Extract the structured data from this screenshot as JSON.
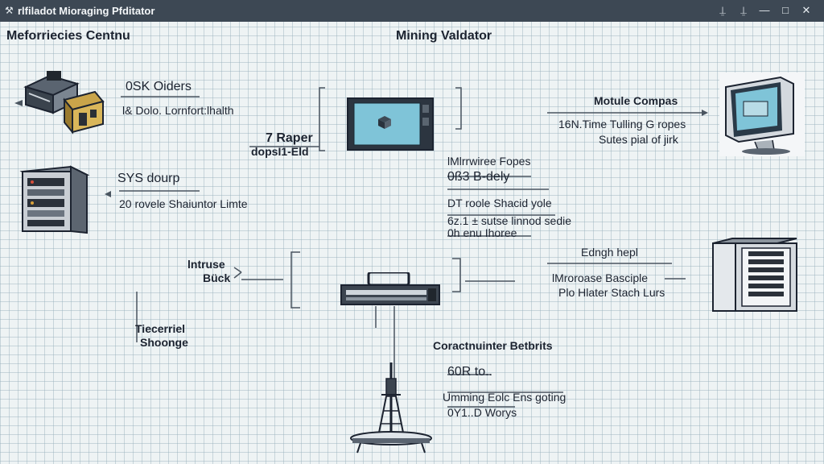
{
  "window": {
    "title": "rlfiladot Mioraging Pfditator",
    "controls": {
      "pin": "⍊",
      "pin2": "⍊",
      "minimize": "—",
      "maximize": "□",
      "close": "✕"
    }
  },
  "header": {
    "left_title": "Meforriecies Centnu",
    "center_title": "Mining Valdator"
  },
  "nodes": {
    "osk": {
      "title": "0SK Oiders",
      "subtitle": "l& Dolo. Lornfort:lhalth"
    },
    "sys": {
      "title": "SYS dourp",
      "subtitle": "20 rovele Shaiuntor Limte"
    },
    "center_left": {
      "line1": "7 Raper",
      "line2": "dopsI1-Eld"
    },
    "module": {
      "title": "Motule Compas",
      "line1": "16N.Time Tulling G ropes",
      "line2": "Sutes pial of jirk"
    },
    "microwave": {
      "line1": "lMlrrwiree Fopes",
      "line2": "0ß3 B-dely",
      "line3": "DT roole Shacid yole",
      "line4": "6z.1 ± sutse linnod sedie",
      "line5": "0h enu Ihoree"
    },
    "intruse": {
      "line1": "lntruse",
      "line2": "Bück"
    },
    "edngh": {
      "title": "Edngh hepl",
      "line1": "lMroroase Basciple",
      "line2": "Plo Hlater Stach Lurs"
    },
    "tiecerriel": {
      "line1": "Tiecerriel",
      "line2": "Shoonge"
    },
    "contractor": {
      "title": "Coractnuinter Betbrits",
      "line1": "60R to..",
      "line2": "Umming Eolc Ens goting",
      "line3": "0Y1..D Worys"
    }
  },
  "icons": [
    "app-icon",
    "router-device-icon",
    "server-tower-icon",
    "monitor-screen-icon",
    "computer-monitor-icon",
    "rack-server-icon",
    "network-switch-icon",
    "antenna-tower-icon"
  ],
  "colors": {
    "titlebar": "#3d4854",
    "grid": "#96b0ba",
    "background": "#eef3f4",
    "screen": "#7fc4d8"
  }
}
